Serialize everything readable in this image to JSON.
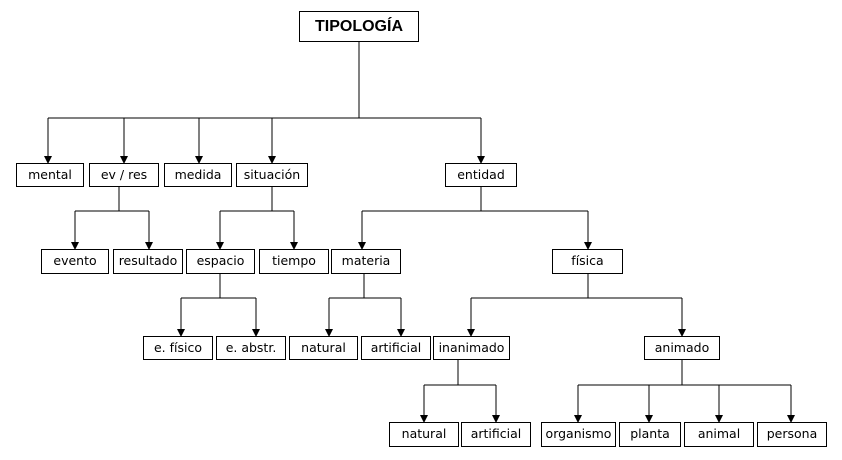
{
  "diagram": {
    "root": "TIPOLOGÍA",
    "nodes": {
      "mental": "mental",
      "ev_res": "ev / res",
      "medida": "medida",
      "situacion": "situación",
      "entidad": "entidad",
      "evento": "evento",
      "resultado": "resultado",
      "espacio": "espacio",
      "tiempo": "tiempo",
      "materia": "materia",
      "fisica": "física",
      "e_fisico": "e. físico",
      "e_abstr": "e. abstr.",
      "materia_natural": "natural",
      "materia_artificial": "artificial",
      "inanimado": "inanimado",
      "animado": "animado",
      "inanimado_natural": "natural",
      "inanimado_artificial": "artificial",
      "organismo": "organismo",
      "planta": "planta",
      "animal": "animal",
      "persona": "persona"
    }
  }
}
